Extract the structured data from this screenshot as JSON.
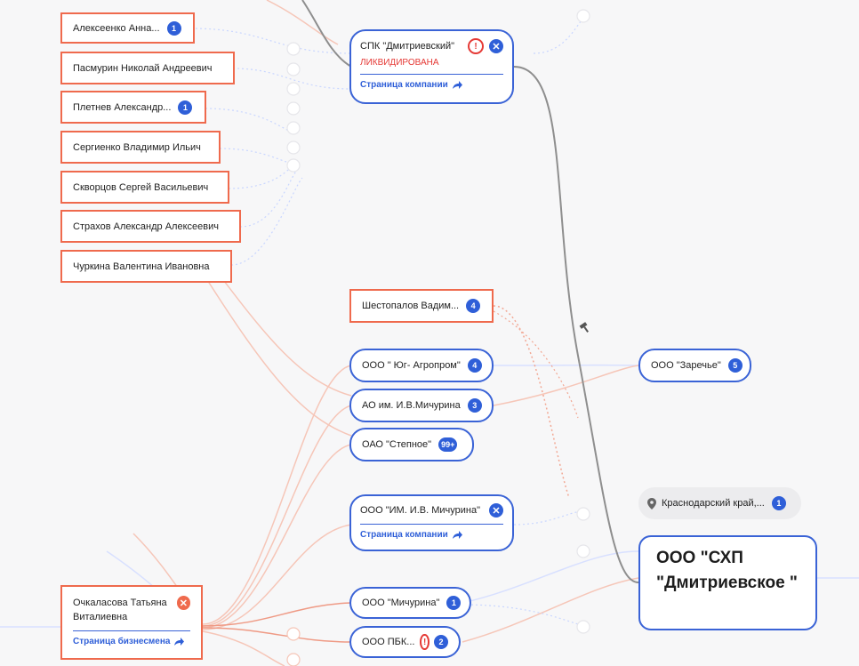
{
  "persons": [
    {
      "name": "Алексеенко Анна...",
      "badge": "1"
    },
    {
      "name": "Пасмурин Николай Андреевич"
    },
    {
      "name": "Плетнев Александр...",
      "badge": "1"
    },
    {
      "name": "Сергиенко Владимир Ильич"
    },
    {
      "name": "Скворцов Сергей Васильевич"
    },
    {
      "name": "Страхов Александр Алексеевич"
    },
    {
      "name": "Чуркина Валентина Ивановна"
    }
  ],
  "shestopalov": {
    "name": "Шестопалов Вадим...",
    "badge": "4"
  },
  "spk_card": {
    "name": "СПК \"Дмитриевский\"",
    "status": "ЛИКВИДИРОВАНА",
    "link": "Страница компании",
    "warn_glyph": "!",
    "remove_glyph": "✕"
  },
  "companies": [
    {
      "name": "ООО \" Юг- Агропром\"",
      "badge": "4"
    },
    {
      "name": "АО им. И.В.Мичурина",
      "badge": "3"
    },
    {
      "name": "ОАО \"Степное\"",
      "badge": "99+"
    }
  ],
  "michurina_card": {
    "name": "ООО \"ИМ. И.В. Мичурина\"",
    "link": "Страница компании",
    "remove_glyph": "✕"
  },
  "ochkalasova_card": {
    "name": "Очкаласова Татьяна Виталиевна",
    "link": "Страница бизнесмена",
    "remove_glyph": "✕"
  },
  "michurina2": {
    "name": "ООО \"Мичурина\"",
    "badge": "1"
  },
  "pbk": {
    "name": "ООО ПБК...",
    "badge": "2",
    "warn_glyph": "!"
  },
  "zarechye": {
    "name": "ООО \"Заречье\"",
    "badge": "5"
  },
  "region": {
    "text": "Краснодарский край,...",
    "badge": "1"
  },
  "main_company": {
    "name": "ООО \"СХП \"Дмитриевское \""
  },
  "colors": {
    "person_border": "#ef6a4d",
    "company_border": "#3a63d6",
    "badge": "#2f5fd8",
    "alert": "#e53935",
    "remove": "#ef6a4d",
    "remove_blue": "#2f5fd8"
  },
  "icons": [
    "location-pin-icon",
    "arrow-share-icon",
    "alert-icon",
    "remove-icon",
    "gavel-icon"
  ]
}
